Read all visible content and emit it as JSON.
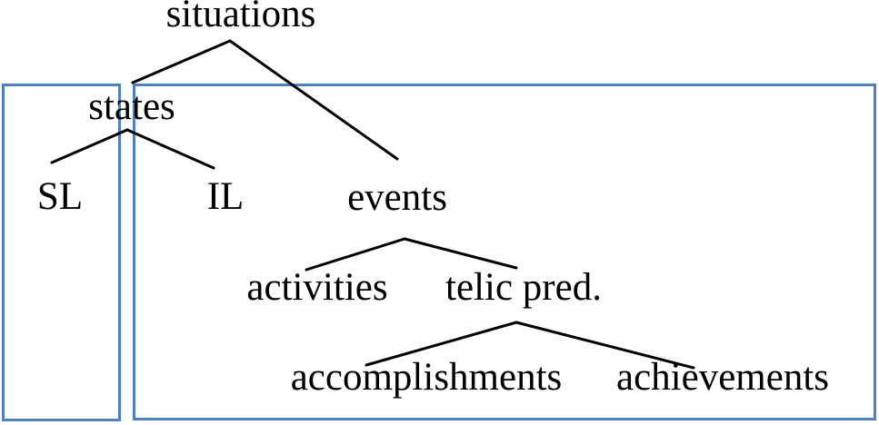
{
  "diagram": {
    "type": "tree",
    "nodes": [
      {
        "id": "situations",
        "label": "situations"
      },
      {
        "id": "states",
        "label": "states"
      },
      {
        "id": "sl",
        "label": "SL"
      },
      {
        "id": "il",
        "label": "IL"
      },
      {
        "id": "events",
        "label": "events"
      },
      {
        "id": "activities",
        "label": "activities"
      },
      {
        "id": "telic-pred",
        "label": "telic pred."
      },
      {
        "id": "accomplishments",
        "label": "accomplishments"
      },
      {
        "id": "achievements",
        "label": "achievements"
      }
    ],
    "edges": [
      {
        "from": "situations",
        "to": "states"
      },
      {
        "from": "situations",
        "to": "events"
      },
      {
        "from": "states",
        "to": "sl"
      },
      {
        "from": "states",
        "to": "il"
      },
      {
        "from": "events",
        "to": "activities"
      },
      {
        "from": "events",
        "to": "telic-pred"
      },
      {
        "from": "telic-pred",
        "to": "accomplishments"
      },
      {
        "from": "telic-pred",
        "to": "achievements"
      }
    ],
    "boxes": [
      {
        "id": "left-box",
        "encloses": [
          "sl"
        ]
      },
      {
        "id": "right-box",
        "encloses": [
          "il",
          "events",
          "activities",
          "telic-pred",
          "accomplishments",
          "achievements"
        ]
      }
    ],
    "colors": {
      "box_border": "#4f81bd",
      "branch_line": "#000000",
      "text": "#000000",
      "background": "#ffffff"
    }
  }
}
